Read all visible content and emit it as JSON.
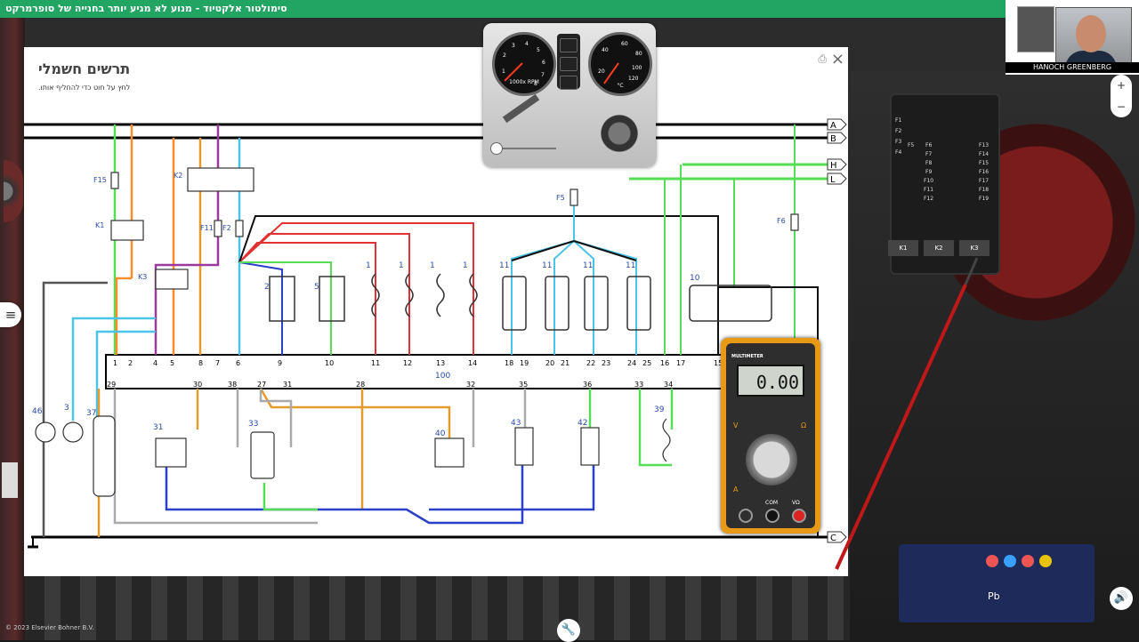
{
  "title_bar": {
    "text": "סימולטור אלקטיוד - מנוע לא מניע יותר בחנייה של סופרמרקט"
  },
  "panel": {
    "title": "תרשים חשמלי",
    "subtitle": "לחץ על חוט כדי להחליף אותו."
  },
  "schematic": {
    "buses": [
      "A",
      "B",
      "H",
      "L",
      "C"
    ],
    "fuses": [
      "F15",
      "F11",
      "F2",
      "F5",
      "F6"
    ],
    "relays": [
      "K1",
      "K2",
      "K3"
    ],
    "ecu_label": "100",
    "components": [
      "46",
      "3",
      "37",
      "31",
      "33",
      "40",
      "43",
      "42",
      "39",
      "2",
      "5",
      "1",
      "1",
      "1",
      "1",
      "11",
      "11",
      "11",
      "11",
      "10"
    ],
    "top_pins": [
      "1",
      "2",
      "4",
      "5",
      "8",
      "7",
      "6",
      "9",
      "10",
      "11",
      "12",
      "13",
      "14",
      "18",
      "19",
      "20",
      "21",
      "22",
      "23",
      "24",
      "25",
      "16",
      "17",
      "15"
    ],
    "bottom_pins": [
      "29",
      "30",
      "38",
      "27",
      "31",
      "28",
      "32",
      "35",
      "36",
      "33",
      "34"
    ]
  },
  "dashboard": {
    "rpm_unit": "1000x RPM",
    "rpm_ticks": [
      "1",
      "2",
      "3",
      "4",
      "5",
      "6",
      "7",
      "8"
    ],
    "temp_unit": "°C",
    "temp_ticks": [
      "20",
      "40",
      "60",
      "80",
      "100",
      "120"
    ]
  },
  "multimeter": {
    "brand": "MULTIMETER",
    "reading": "0.00",
    "labels": {
      "v": "V",
      "ohm": "Ω",
      "a": "A",
      "com": "COM",
      "vomega": "VΩ"
    }
  },
  "fuse_box": {
    "fuses": [
      "F1",
      "F2",
      "F3",
      "F4",
      "F5",
      "F6",
      "F7",
      "F8",
      "F9",
      "F10",
      "F11",
      "F12",
      "F13",
      "F14",
      "F15",
      "F16",
      "F17",
      "F18",
      "F19"
    ],
    "relays": [
      "K1",
      "K2",
      "K3"
    ]
  },
  "battery": {
    "label": "Pb"
  },
  "webcam": {
    "name": "HANOCH GREENBERG"
  },
  "footer": {
    "copyright": "© 2023 Elsevier Bohner B.V."
  },
  "colors": {
    "title_bar": "#22a463",
    "multimeter": "#e89a17"
  },
  "icons": [
    "close-icon",
    "print-icon",
    "menu-icon",
    "wrench-icon",
    "speaker-icon",
    "zoom-in-icon",
    "zoom-out-icon"
  ]
}
